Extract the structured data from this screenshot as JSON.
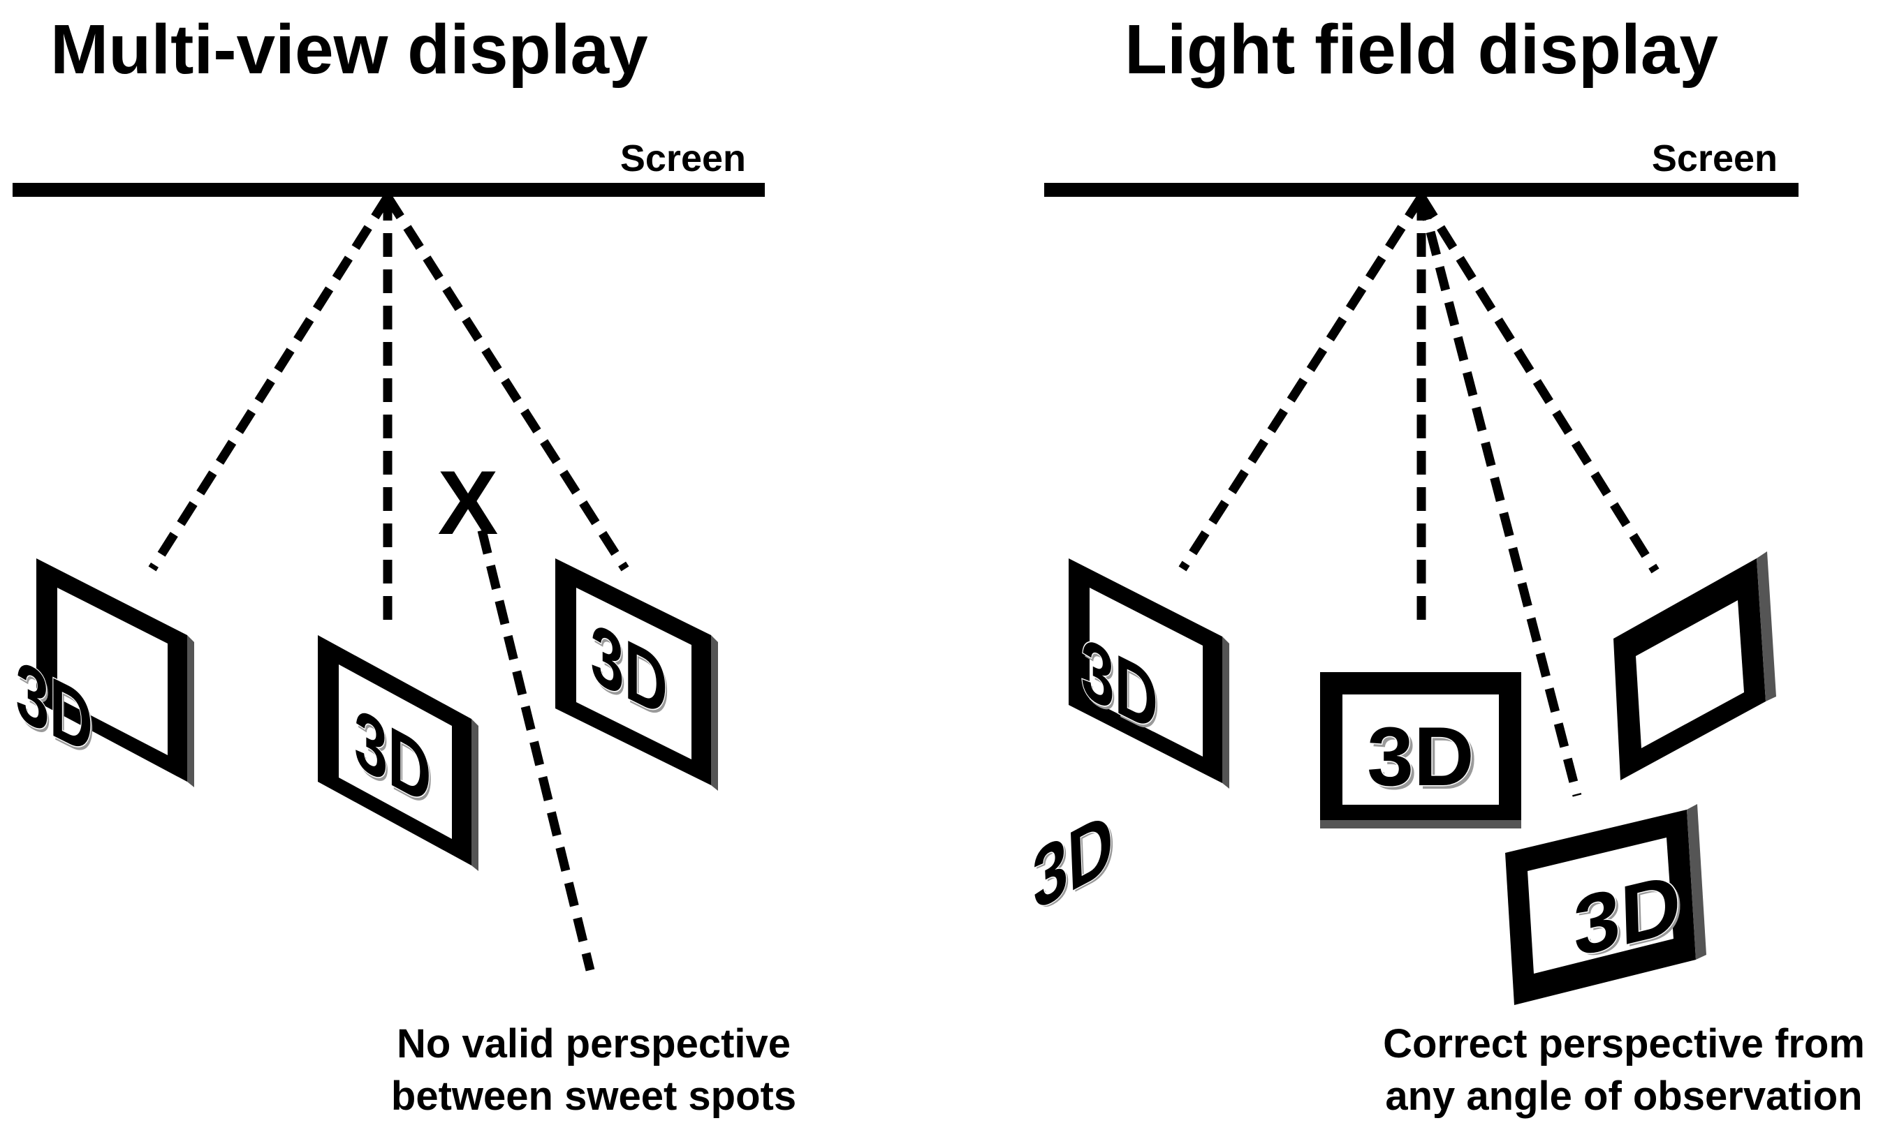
{
  "panels": {
    "left": {
      "title": "Multi-view display",
      "screen_label": "Screen",
      "x_mark": "X",
      "caption_lines": [
        "No valid perspective",
        "between sweet spots"
      ]
    },
    "right": {
      "title": "Light field display",
      "screen_label": "Screen",
      "caption_lines": [
        "Correct perspective from",
        "any angle of observation"
      ]
    }
  },
  "frame_label": "3D",
  "colors": {
    "ink": "#000000",
    "frame_shadow": "#555555",
    "glyph_shadow": "#9a9a9a",
    "background": "#ffffff"
  }
}
